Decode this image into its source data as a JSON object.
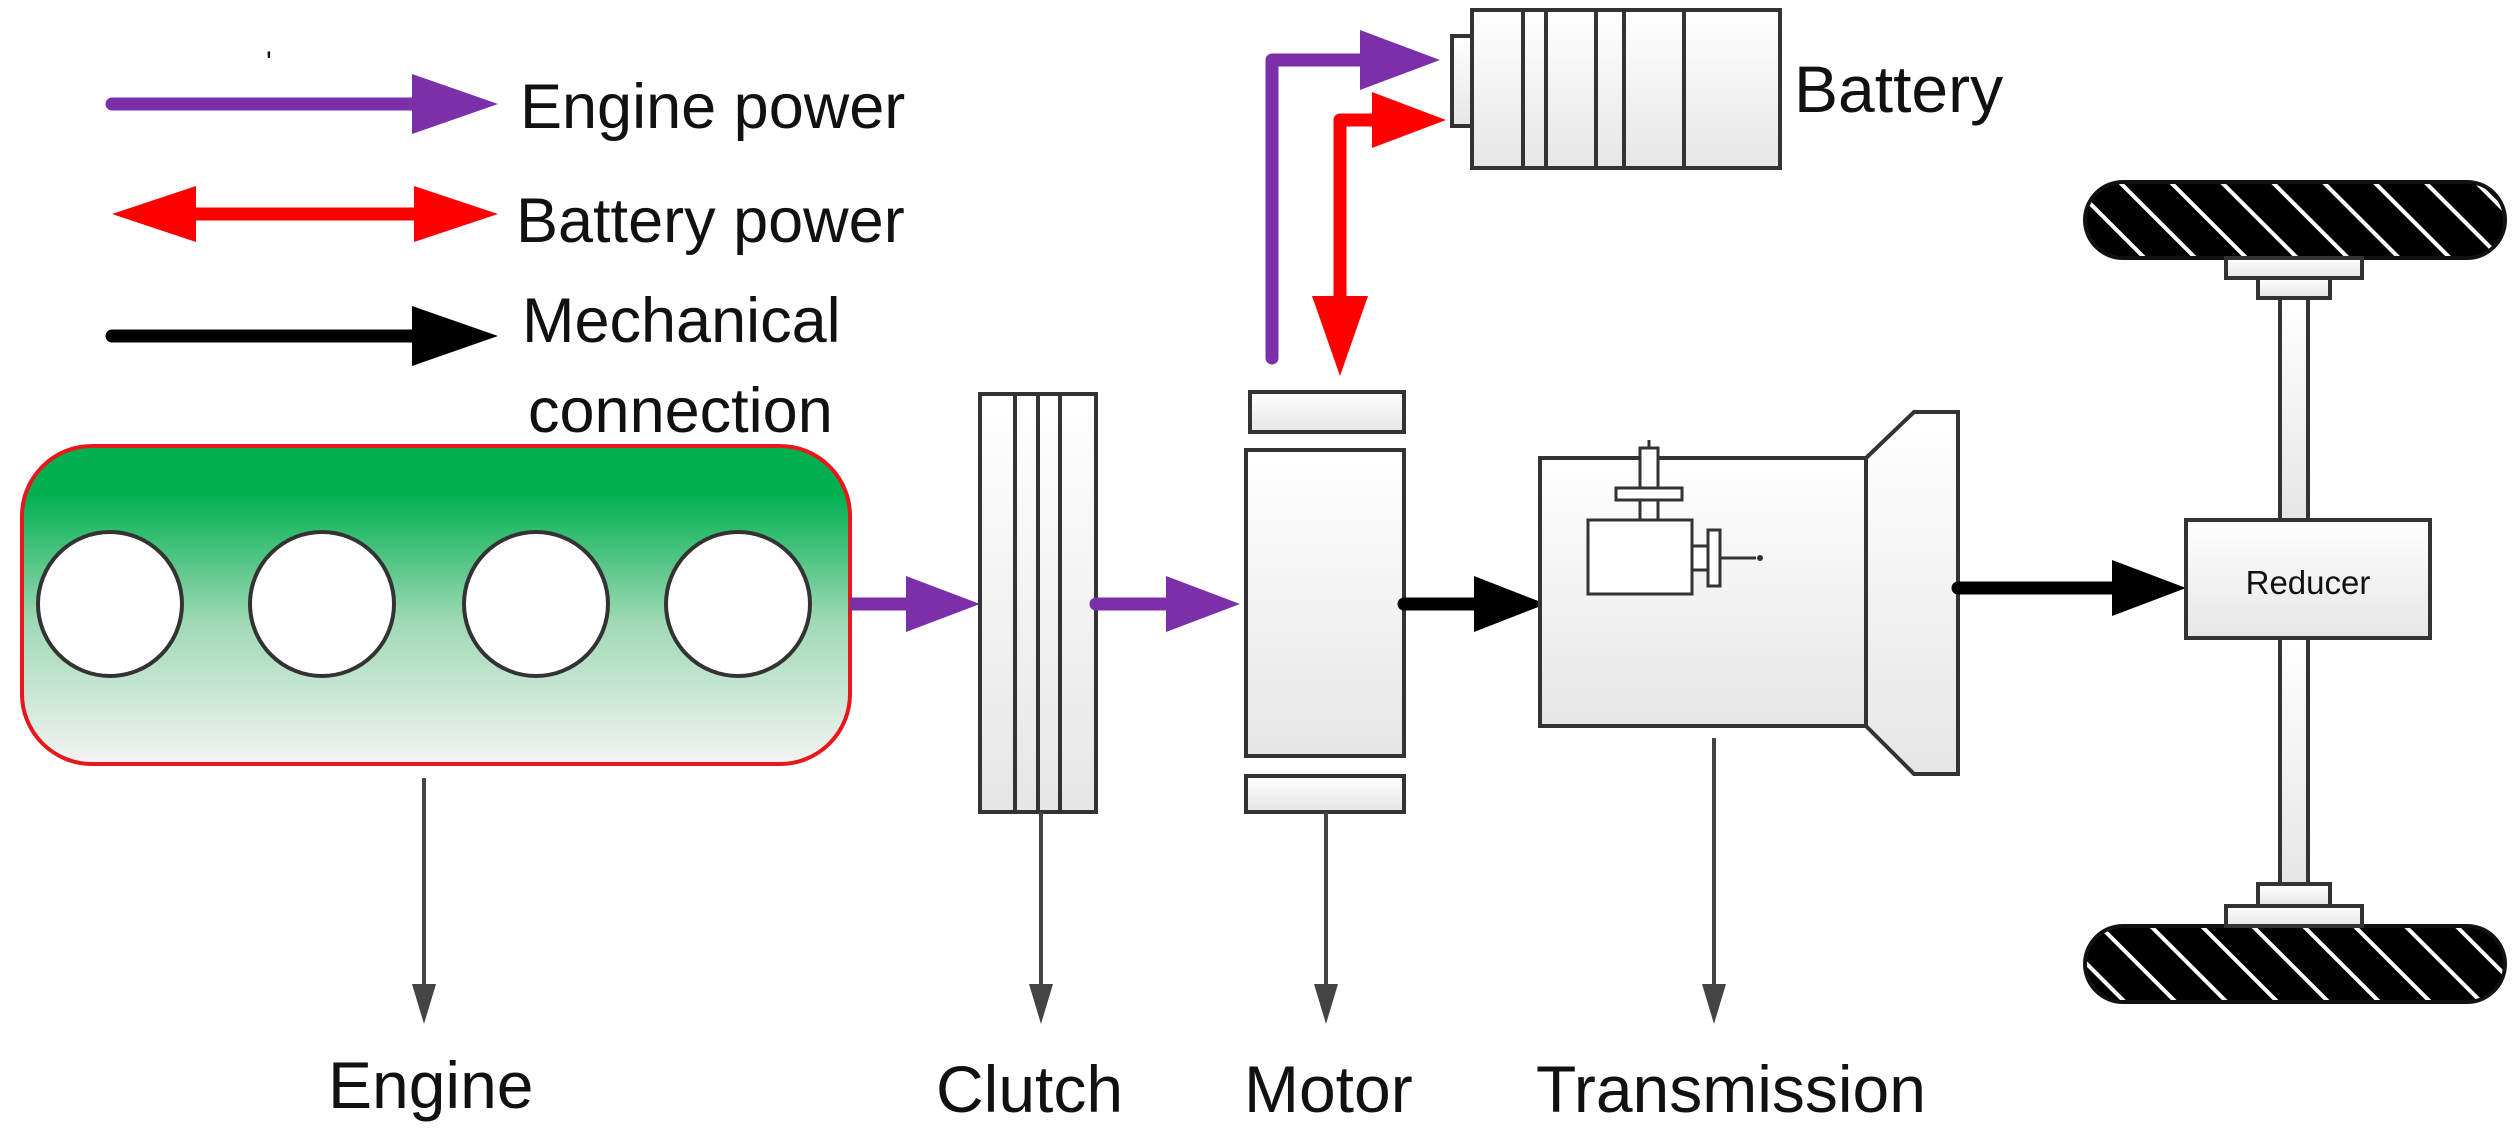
{
  "legend": {
    "tick": "'",
    "items": [
      {
        "label": "Engine power",
        "color": "#7B2FA8",
        "arrow": "single"
      },
      {
        "label": "Battery power",
        "color": "#FF0000",
        "arrow": "double"
      },
      {
        "label_lines": [
          "Mechanical",
          "connection"
        ],
        "color": "#000000",
        "arrow": "single"
      }
    ]
  },
  "components": {
    "battery": "Battery",
    "reducer": "Reducer",
    "engine": "Engine",
    "clutch": "Clutch",
    "motor": "Motor",
    "transmission": "Transmission"
  },
  "colors": {
    "engine_power": "#7B2FA8",
    "battery_power": "#FF0000",
    "mechanical": "#000000",
    "engine_fill_top": "#00B050",
    "engine_border": "#E8171B",
    "part_stroke": "#333333",
    "part_fill": "#F2F2F2"
  }
}
